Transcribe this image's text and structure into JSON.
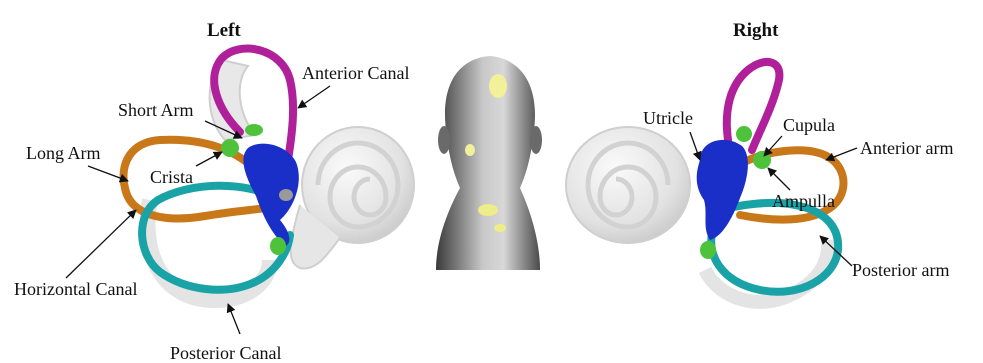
{
  "titles": {
    "left": "Left",
    "right": "Right"
  },
  "labels": {
    "anterior_canal": "Anterior Canal",
    "short_arm": "Short Arm",
    "long_arm": "Long Arm",
    "crista": "Crista",
    "horizontal_canal": "Horizontal Canal",
    "posterior_canal": "Posterior Canal",
    "utricle": "Utricle",
    "cupula": "Cupula",
    "anterior_arm": "Anterior arm",
    "ampulla": "Ampulla",
    "posterior_arm": "Posterior arm"
  },
  "colors": {
    "anterior": "#b0209a",
    "horizontal": "#c87818",
    "posterior": "#19a3a6",
    "utricle": "#1a2fc8",
    "crista": "#4fc23c",
    "membrane": "#e4e4e4"
  }
}
